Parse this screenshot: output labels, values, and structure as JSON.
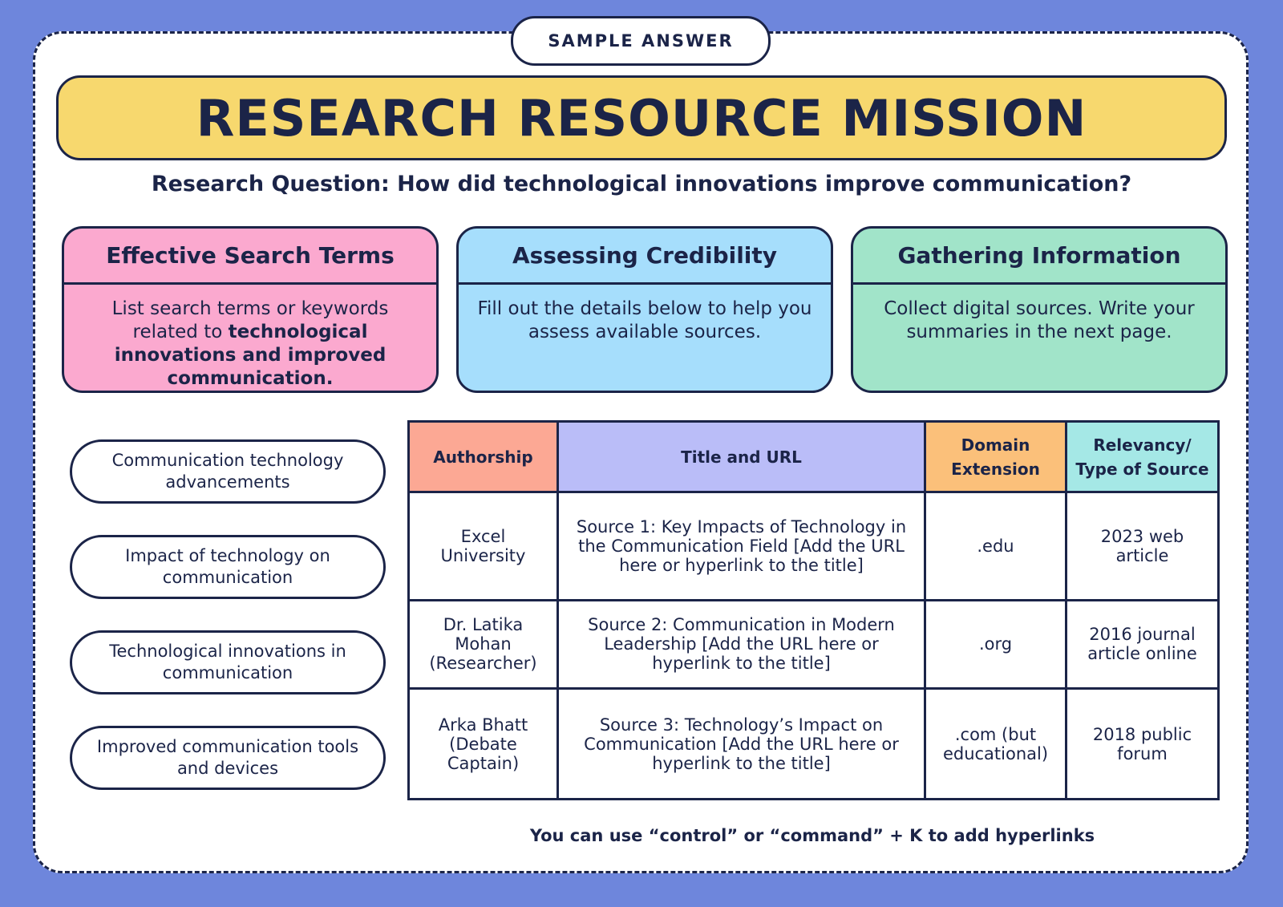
{
  "tag": "SAMPLE ANSWER",
  "title": "RESEARCH RESOURCE MISSION",
  "question": "Research Question: How did technological innovations improve communication?",
  "panels": [
    {
      "heading": "Effective Search Terms",
      "text_plain": "List search terms or keywords related to ",
      "text_bold": "technological innovations and improved communication."
    },
    {
      "heading": "Assessing Credibility",
      "text_plain": "Fill out the details below to help you assess available sources."
    },
    {
      "heading": "Gathering Information",
      "text_plain": "Collect digital sources. Write your summaries in the next page."
    }
  ],
  "search_terms": [
    "Communication technology advancements",
    "Impact of technology on communication",
    "Technological innovations in communication",
    "Improved communication tools and devices"
  ],
  "table": {
    "headers": [
      "Authorship",
      "Title and URL",
      "Domain Extension",
      "Relevancy/ Type of Source"
    ],
    "rows": [
      [
        "Excel University",
        "Source 1: Key Impacts of Technology in the Communication Field [Add the URL here or hyperlink to the title]",
        ".edu",
        "2023 web article"
      ],
      [
        "Dr. Latika Mohan (Researcher)",
        "Source 2: Communication in Modern Leadership [Add the URL here or hyperlink to the title]",
        ".org",
        "2016 journal article online"
      ],
      [
        "Arka Bhatt (Debate Captain)",
        "Source 3: Technology’s Impact on Communication [Add the URL here or hyperlink to the title]",
        ".com (but educational)",
        "2018 public forum"
      ]
    ]
  },
  "note": "You can use “control” or “command” + K to add hyperlinks",
  "colors": {
    "background": "#6e86dc",
    "title_bar": "#f7d86e",
    "pink_panel": "#fba9cf",
    "blue_panel": "#a6defc",
    "green_panel": "#a1e4c9",
    "ink": "#1b2448"
  }
}
